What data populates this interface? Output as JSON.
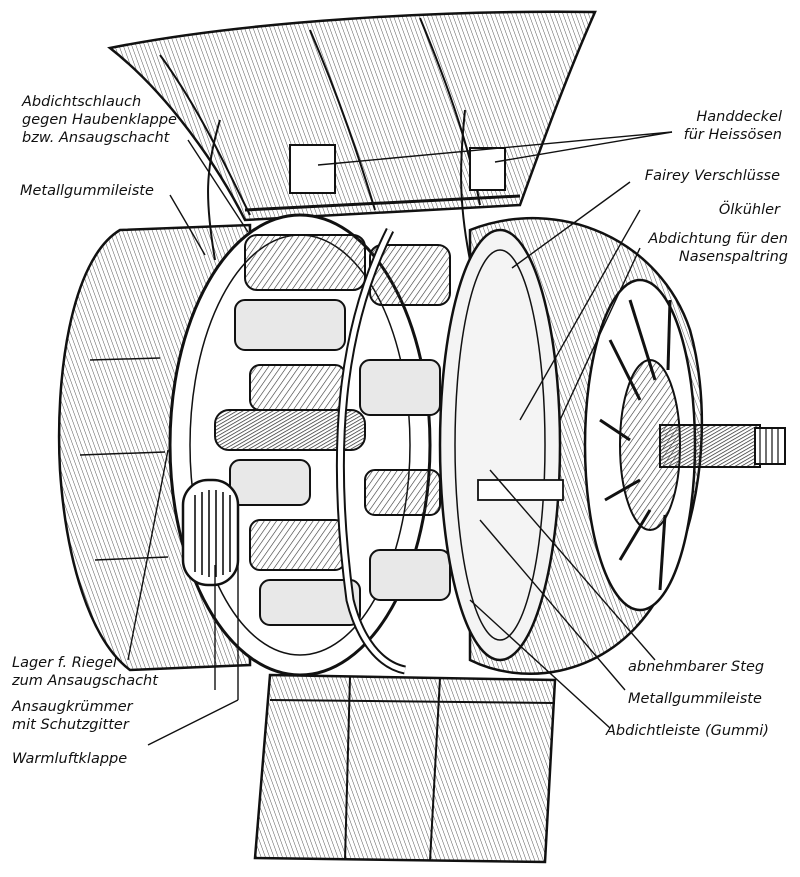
{
  "labels": {
    "abdichtschlauch": [
      "Abdichtschlauch",
      "gegen Haubenklappe",
      "bzw. Ansaugschacht"
    ],
    "metallgummileiste_left": "Metallgummileiste",
    "handdeckel": [
      "Handdeckel",
      "für Heissösen"
    ],
    "fairey": "Fairey Verschlüsse",
    "oelkuehler": "Ölkühler",
    "abdichtung": [
      "Abdichtung für den",
      "Nasenspaltring"
    ],
    "lager": [
      "Lager f. Riegel",
      "zum Ansaugschacht"
    ],
    "ansaugkruemmer": [
      "Ansaugkrümmer",
      "mit Schutzgitter"
    ],
    "warmluftklappe": "Warmluftklappe",
    "abnehmbarer_steg": "abnehmbarer Steg",
    "metallgummileiste_right": "Metallgummileiste",
    "abdichtleiste": "Abdichtleiste (Gummi)"
  },
  "colors": {
    "ink": "#111111",
    "hatch": "#333333",
    "paper": "#ffffff",
    "shade": "#d8d8d8"
  }
}
